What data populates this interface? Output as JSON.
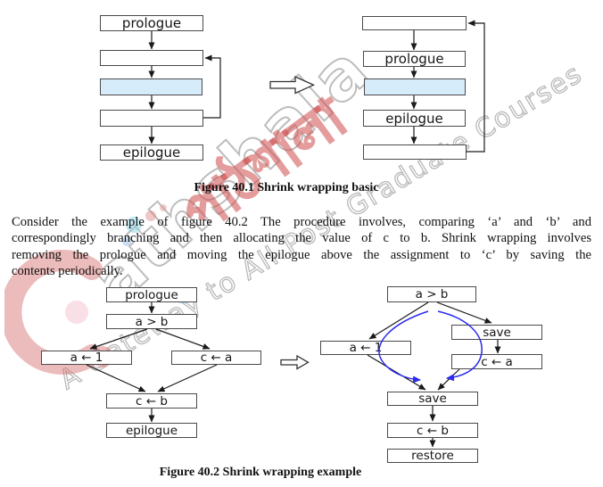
{
  "captions": {
    "fig1": "Figure 40.1 Shrink wrapping basic",
    "fig2": "Figure 40.2 Shrink wrapping example"
  },
  "paragraph": {
    "line1": "Consider the example of figure 40.2 The procedure involves, comparing ‘a’ and ‘b’ and",
    "line2": "correspondingly branching and then allocating the value of c to b. Shrink wrapping involves",
    "line3": "removing the prologue and moving the epilogue above the assignment to ‘c’ by saving the",
    "line4": "contents periodically."
  },
  "fig1_left": {
    "b1": "prologue",
    "b2": "",
    "b3": "",
    "b4": "",
    "b5": "epilogue"
  },
  "fig1_right": {
    "b1": "",
    "b2": "prologue",
    "b3": "",
    "b4": "epilogue",
    "b5": ""
  },
  "fig2_left": {
    "prologue": "prologue",
    "cond": "a > b",
    "branch_left": "a ← 1",
    "branch_right": "c ← a",
    "merge": "c ← b",
    "epilogue": "epilogue"
  },
  "fig2_right": {
    "cond": "a > b",
    "save_right": "save",
    "branch_left": "a ← 1",
    "assign": "c ← a",
    "save_center": "save",
    "merge": "c ← b",
    "restore": "restore"
  },
  "watermark": {
    "brand": "athshala",
    "brand_script": "পাঠশালা",
    "tagline": "A Gateway to All Post Graduate Courses"
  },
  "colors": {
    "highlight_fill": "#d6ecfa",
    "box_border": "#4a4a4a",
    "blue_edge": "#2a2aee",
    "watermark_gray": "#b2b2b2",
    "watermark_red": "#ce4a4a"
  }
}
